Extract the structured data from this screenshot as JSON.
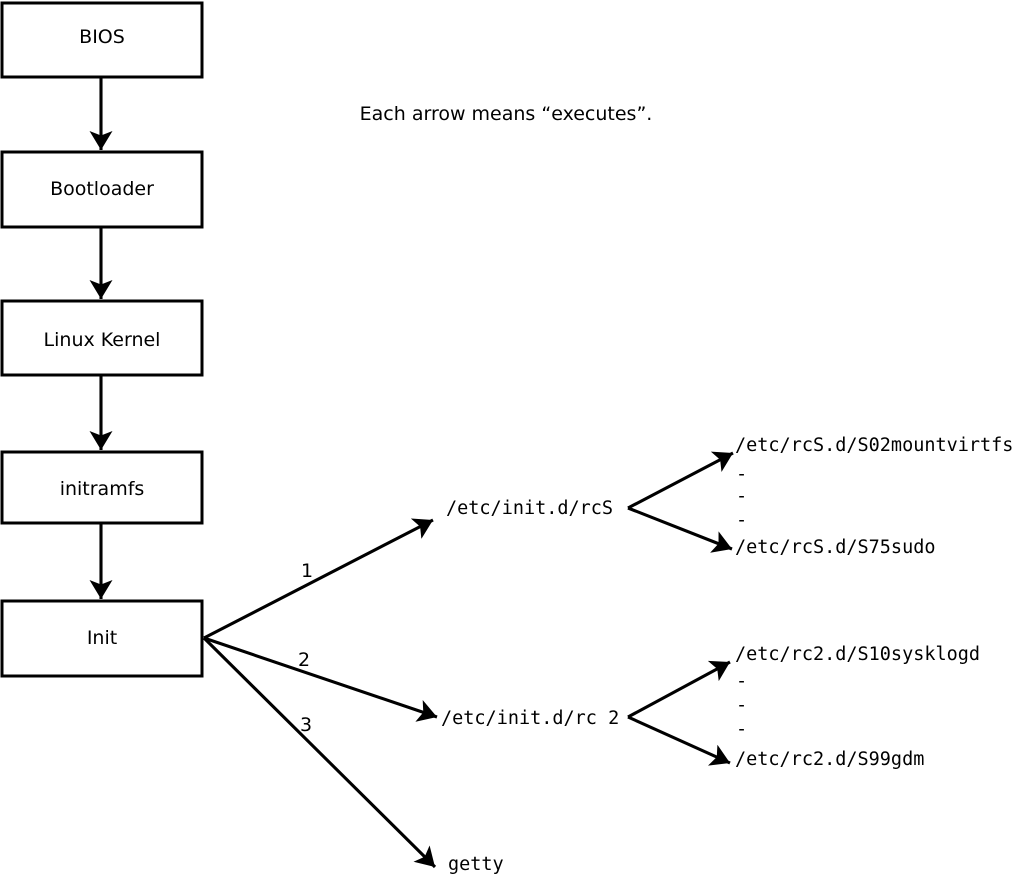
{
  "caption": "Each arrow means “executes”.",
  "colors": {
    "ink": "#000000",
    "background": "#ffffff"
  },
  "boot_chain": {
    "boxes": [
      {
        "label": "BIOS"
      },
      {
        "label": "Bootloader"
      },
      {
        "label": "Linux Kernel"
      },
      {
        "label": "initramfs"
      },
      {
        "label": "Init"
      }
    ]
  },
  "branches": [
    {
      "number": "1",
      "target": "/etc/init.d/rcS",
      "scripts": {
        "first": "/etc/rcS.d/S02mountvirtfs",
        "ellipsis": [
          "-",
          "-",
          "-"
        ],
        "last": "/etc/rcS.d/S75sudo"
      }
    },
    {
      "number": "2",
      "target": "/etc/init.d/rc 2",
      "scripts": {
        "first": "/etc/rc2.d/S10sysklogd",
        "ellipsis": [
          "-",
          "-",
          "-"
        ],
        "last": "/etc/rc2.d/S99gdm"
      }
    },
    {
      "number": "3",
      "target": "getty"
    }
  ]
}
